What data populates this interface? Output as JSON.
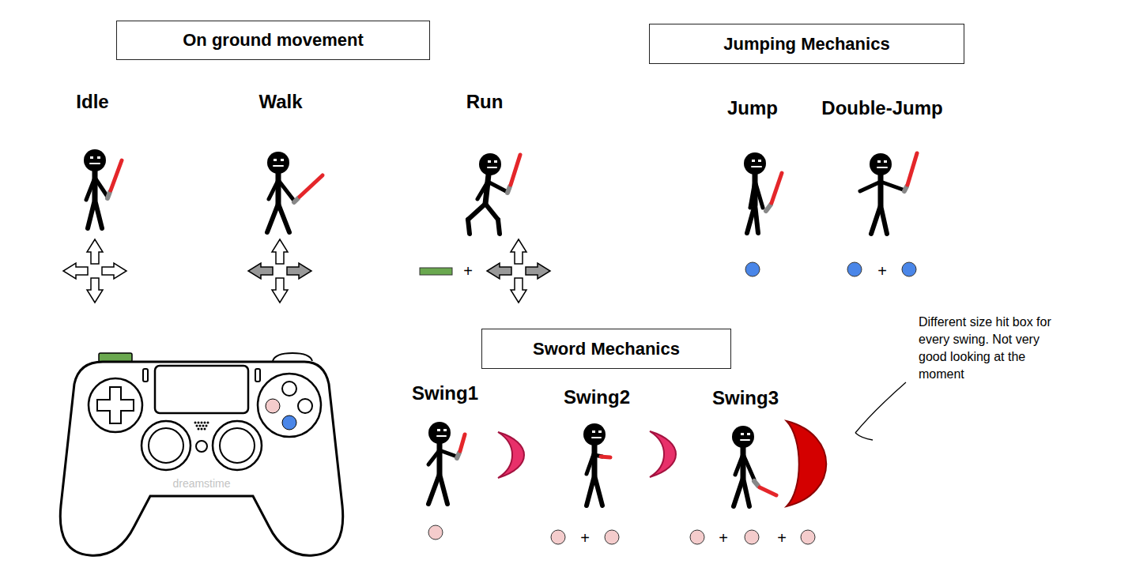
{
  "diagram": {
    "nodes": [
      {
        "text": [
          "On ground movement"
        ]
      },
      {
        "text": [
          "Jumping Mechanics"
        ]
      },
      {
        "text": [
          "Sword Mechanics"
        ]
      }
    ],
    "labels": [
      "Idle",
      "Walk",
      "Run",
      "+",
      "Jump",
      "Double-Jump",
      "+",
      "Different size hit box for every swing. Not very good looking at the moment",
      "Swing1",
      "Swing2",
      "+",
      "Swing3",
      "+",
      "+",
      "dreamstime"
    ]
  }
}
